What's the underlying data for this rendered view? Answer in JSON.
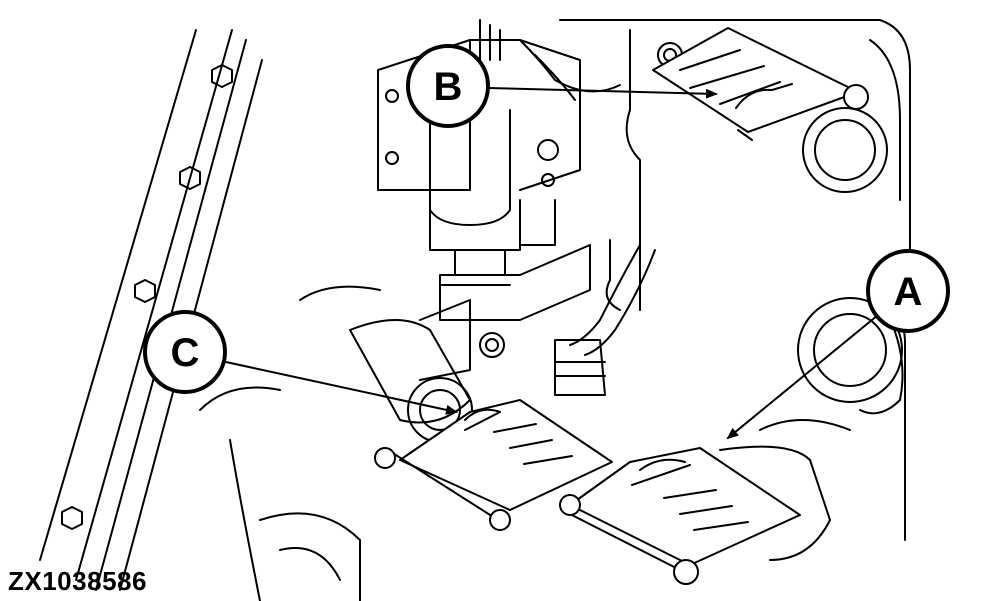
{
  "figure_id": "ZX1038586",
  "callouts": {
    "a": "A",
    "b": "B",
    "c": "C"
  },
  "colors": {
    "ink": "#000000",
    "paper": "#ffffff"
  }
}
